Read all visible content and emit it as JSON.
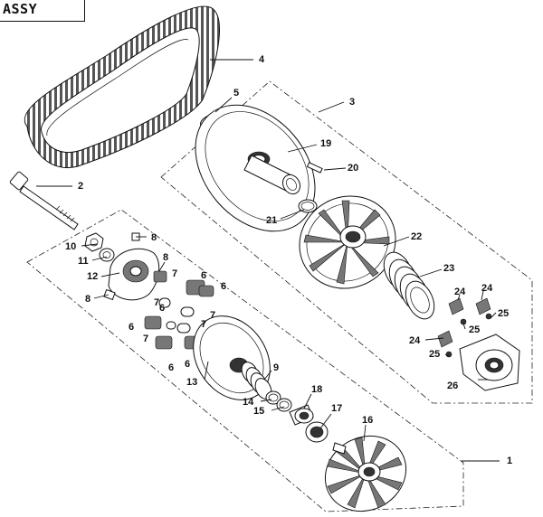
{
  "diagram": {
    "title": "ASSY",
    "callouts": [
      {
        "id": "c1",
        "text": "1"
      },
      {
        "id": "c2",
        "text": "2"
      },
      {
        "id": "c3",
        "text": "3"
      },
      {
        "id": "c4",
        "text": "4"
      },
      {
        "id": "c5",
        "text": "5"
      },
      {
        "id": "c6a",
        "text": "6"
      },
      {
        "id": "c6b",
        "text": "6"
      },
      {
        "id": "c6c",
        "text": "6"
      },
      {
        "id": "c6d",
        "text": "6"
      },
      {
        "id": "c6e",
        "text": "6"
      },
      {
        "id": "c6f",
        "text": "6"
      },
      {
        "id": "c7a",
        "text": "7"
      },
      {
        "id": "c7b",
        "text": "7"
      },
      {
        "id": "c7c",
        "text": "7"
      },
      {
        "id": "c7d",
        "text": "7"
      },
      {
        "id": "c7e",
        "text": "7"
      },
      {
        "id": "c8a",
        "text": "8"
      },
      {
        "id": "c8b",
        "text": "8"
      },
      {
        "id": "c8c",
        "text": "8"
      },
      {
        "id": "c9",
        "text": "9"
      },
      {
        "id": "c10",
        "text": "10"
      },
      {
        "id": "c11",
        "text": "11"
      },
      {
        "id": "c12",
        "text": "12"
      },
      {
        "id": "c13",
        "text": "13"
      },
      {
        "id": "c14",
        "text": "14"
      },
      {
        "id": "c15",
        "text": "15"
      },
      {
        "id": "c16",
        "text": "16"
      },
      {
        "id": "c17",
        "text": "17"
      },
      {
        "id": "c18",
        "text": "18"
      },
      {
        "id": "c19",
        "text": "19"
      },
      {
        "id": "c20",
        "text": "20"
      },
      {
        "id": "c21",
        "text": "21"
      },
      {
        "id": "c22",
        "text": "22"
      },
      {
        "id": "c23",
        "text": "23"
      },
      {
        "id": "c24a",
        "text": "24"
      },
      {
        "id": "c24b",
        "text": "24"
      },
      {
        "id": "c24c",
        "text": "24"
      },
      {
        "id": "c25a",
        "text": "25"
      },
      {
        "id": "c25b",
        "text": "25"
      },
      {
        "id": "c25c",
        "text": "25"
      },
      {
        "id": "c26",
        "text": "26"
      }
    ]
  }
}
